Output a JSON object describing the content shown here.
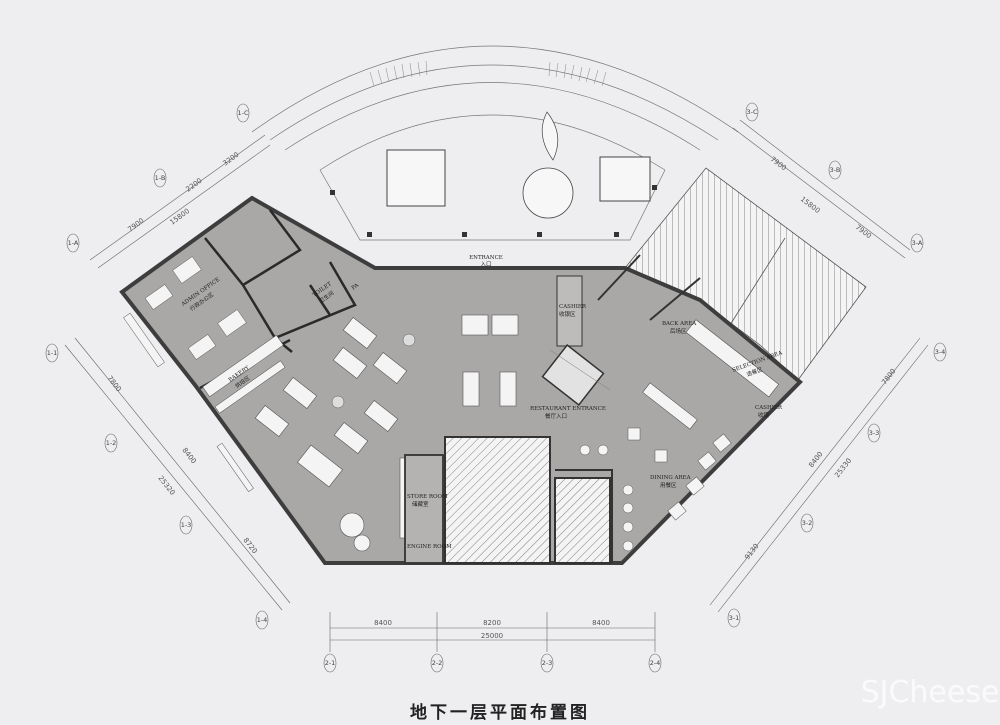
{
  "title": "地下一层平面布置图",
  "watermark": "SJCheese",
  "colors": {
    "background": "#eeedf0",
    "floor": "#a9a8a6",
    "wall": "#3d3d3d",
    "furniture": "#f2f2f0"
  },
  "rooms": {
    "entrance": "ENTRANCE",
    "entrance_cn": "入口",
    "admin_office": "ADMIN OFFICE",
    "admin_office_cn": "行政办公区",
    "toilet": "TOILET",
    "toilet_cn": "卫生间",
    "pa": "PA",
    "bakery": "BAKERY",
    "bakery_cn": "烘焙区",
    "cashier_main": "CASHIER",
    "cashier_main_cn": "收银区",
    "restaurant_entrance": "RESTAURANT ENTRANCE",
    "restaurant_entrance_cn": "餐厅入口",
    "store_room": "STORE ROOM",
    "store_room_cn": "储藏室",
    "engine_room": "ENGINE ROOM",
    "back_area": "BACK AREA",
    "back_area_cn": "后场区",
    "selection_area": "SELECTION AREA",
    "selection_area_cn": "选餐区",
    "cashier_restaurant": "CASHIER",
    "cashier_restaurant_cn": "收银",
    "dining_area": "DINING AREA",
    "dining_area_cn": "用餐区"
  },
  "dimensions": {
    "bottom": [
      "8400",
      "8200",
      "8400"
    ],
    "bottom_total": "25000",
    "left_top": [
      "7900",
      "2200",
      "3200"
    ],
    "left_top_total": "15800",
    "left_side": [
      "7800",
      "8400",
      "8720"
    ],
    "left_side_total": "25320",
    "right_top": [
      "7900",
      "7900"
    ],
    "right_top_total": "15800",
    "right_side": [
      "7800",
      "8400",
      "9130"
    ],
    "right_side_total": "25330"
  },
  "axes": {
    "bottom": [
      "2-1",
      "2-2",
      "2-3",
      "2-4"
    ],
    "left_top": [
      "1-A",
      "1-B",
      "1-C"
    ],
    "left_side": [
      "1-1",
      "1-2",
      "1-3",
      "1-4"
    ],
    "right_top": [
      "3-C",
      "3-B",
      "3-A"
    ],
    "right_side": [
      "3-4",
      "3-3",
      "3-2",
      "3-1"
    ]
  }
}
